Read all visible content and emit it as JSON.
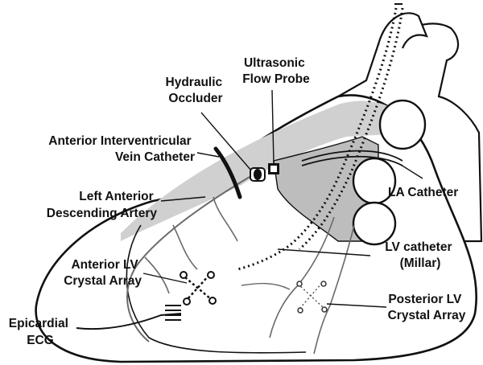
{
  "labels": {
    "hydraulic_occluder": [
      "Hydraulic",
      "Occluder"
    ],
    "ultrasonic_flow_probe": [
      "Ultrasonic",
      "Flow Probe"
    ],
    "anterior_iv_vein_catheter": [
      "Anterior Interventricular",
      "Vein Catheter"
    ],
    "lad_artery": [
      "Left Anterior",
      "Descending Artery"
    ],
    "la_catheter": [
      "LA Catheter"
    ],
    "anterior_lv_crystal_array": [
      "Anterior LV",
      "Crystal Array"
    ],
    "lv_catheter": [
      "LV catheter",
      "(Millar)"
    ],
    "posterior_lv_crystal_array": [
      "Posterior LV",
      "Crystal Array"
    ],
    "epicardial_ecg": [
      "Epicardial",
      "ECG"
    ]
  },
  "colors": {
    "outline": "#111111",
    "shaded_region": "#cfcfcf",
    "atrium_region": "#b9b9b9",
    "vessel": "#6a6a6a"
  }
}
